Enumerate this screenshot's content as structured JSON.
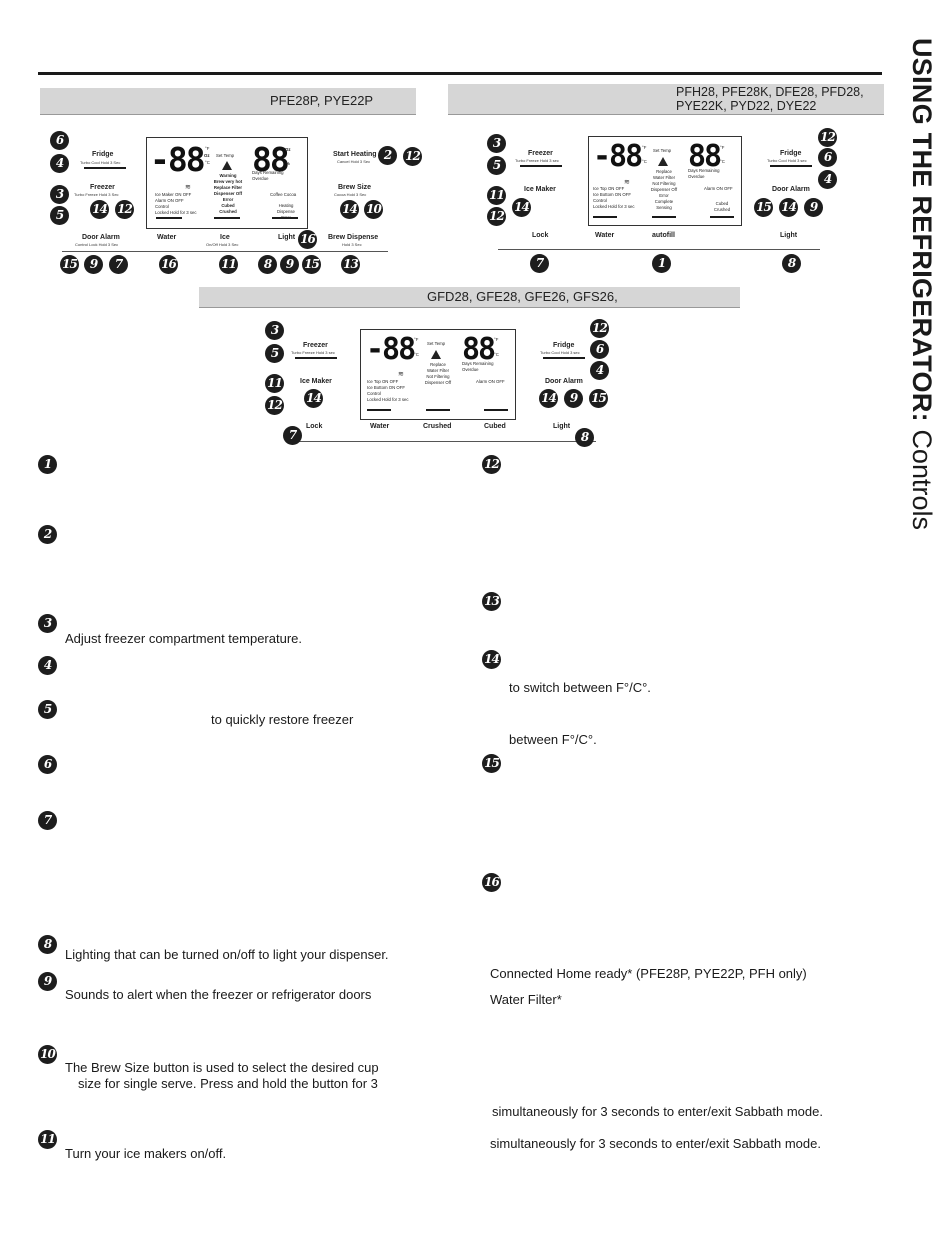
{
  "side_title": {
    "bold": "USING THE REFRIGERATOR:",
    "light": "Controls"
  },
  "bands": {
    "panel_a": "PFE28P, PYE22P",
    "panel_b_line1": "PFH28, PFE28K, DFE28, PFD28,",
    "panel_b_line2": "PYE22K, PYD22, DYE22",
    "panel_c": "GFD28, GFE28, GFE26, GFS26,"
  },
  "panel_a": {
    "fridge": "Fridge",
    "fridge_sub": "Turbo Cool Hold 3 Sec",
    "freezer": "Freezer",
    "freezer_sub": "Turbo Freeze Hold 3 Sec",
    "start_heating": "Start Heating",
    "start_heating_sub": "Cancel Hold 3 Sec",
    "brew_size": "Brew Size",
    "brew_size_sub": "Cocoa Hold 3 Sec",
    "door_alarm": "Door Alarm",
    "door_alarm_sub": "Control Lock Hold 3 Sec",
    "water": "Water",
    "ice": "Ice",
    "ice_sub": "On/Off Hold 3 Sec",
    "light": "Light",
    "brew_dispense": "Brew Dispense",
    "brew_dispense_sub": "Hold 3 Sec",
    "disp_left": "-88",
    "unit_f": "°F",
    "unit_c": "°C",
    "oz": "Oz",
    "set_temp": "Set Temp",
    "warning_lines": [
      "Warning",
      "Brew very hot",
      "Replace Filter",
      "Dispenser Off",
      "Error",
      "Cubed",
      "Crushed"
    ],
    "disp_right": "88",
    "oz2": "Oz",
    "pct": "%",
    "days_remaining": "Days  Remaining",
    "overdue": "Overdue",
    "ice_maker_lines": [
      "Ice Maker   ON OFF",
      "Alarm         ON OFF",
      "Control",
      "Locked   Hold for 3 sec"
    ],
    "coffee_cocoa": "Coffee  Cocoa",
    "heating_lines": [
      "Heating",
      "Dispense",
      "Error"
    ]
  },
  "panel_b": {
    "freezer": "Freezer",
    "freezer_sub": "Turbo Freeze Hold 3 sec",
    "fridge": "Fridge",
    "fridge_sub": "Turbo Cool Hold 3 sec",
    "ice_maker": "Ice Maker",
    "door_alarm": "Door Alarm",
    "lock": "Lock",
    "water": "Water",
    "autofill": "autofill",
    "light": "Light",
    "disp_left": "-88",
    "unit_f": "°F",
    "unit_c": "°C",
    "set_temp": "Set Temp",
    "replace_lines": [
      "Replace",
      "Water Filter",
      "Not Filtering",
      "Dispenser Off",
      "Error",
      "Complete",
      "Sensing"
    ],
    "disp_right": "88",
    "days_remaining": "Days  Remaining",
    "overdue": "Overdue",
    "ice_lines": [
      "Ice Top       ON OFF",
      "Ice Bottom  ON OFF",
      "Control",
      "Locked   Hold for 3 sec"
    ],
    "alarm_on_off": "Alarm ON OFF",
    "cubed_crushed": [
      "Cubed",
      "Crushed"
    ]
  },
  "panel_c": {
    "freezer": "Freezer",
    "freezer_sub": "Turbo Freeze Hold 3 sec",
    "fridge": "Fridge",
    "fridge_sub": "Turbo Cool Hold 3 sec",
    "ice_maker": "Ice Maker",
    "door_alarm": "Door Alarm",
    "lock": "Lock",
    "water": "Water",
    "crushed": "Crushed",
    "cubed": "Cubed",
    "light": "Light",
    "disp_left": "-88",
    "unit_f": "°F",
    "unit_c": "°C",
    "set_temp": "Set Temp",
    "replace_lines": [
      "Replace",
      "Water Filter",
      "Not Filtering",
      "Dispenser Off"
    ],
    "disp_right": "88",
    "days_remaining": "Days  Remaining",
    "overdue": "Overdue",
    "ice_lines": [
      "Ice Top       ON OFF",
      "Ice Bottom  ON OFF",
      "Control",
      "Locked   Hold for 3 sec"
    ],
    "alarm_on_off": "Alarm ON OFF"
  },
  "descriptions": {
    "d3": "Adjust freezer compartment temperature.",
    "d5": "to quickly restore freezer",
    "d8": "Lighting that can be turned on/off to light your dispenser.",
    "d9": "Sounds to alert when the freezer or refrigerator doors",
    "d10_line1": "The Brew Size button is used to select the desired cup",
    "d10_line2": "size for single serve. Press and hold the button for 3",
    "d11": "Turn your ice makers on/off.",
    "d14_a": "to switch between F°/C°.",
    "d14_b": "between F°/C°.",
    "connected": "Connected Home ready* (PFE28P, PYE22P, PFH only)",
    "water_filter": "Water Filter*",
    "sabbath_1": "simultaneously for 3 seconds to enter/exit Sabbath mode.",
    "sabbath_2": "simultaneously for 3 seconds to enter/exit Sabbath mode."
  },
  "badge_numbers": {
    "b1": "1",
    "b2": "2",
    "b3": "3",
    "b4": "4",
    "b5": "5",
    "b6": "6",
    "b7": "7",
    "b8": "8",
    "b9": "9",
    "b10": "10",
    "b11": "11",
    "b12": "12",
    "b13": "13",
    "b14": "14",
    "b15": "15",
    "b16": "16"
  }
}
